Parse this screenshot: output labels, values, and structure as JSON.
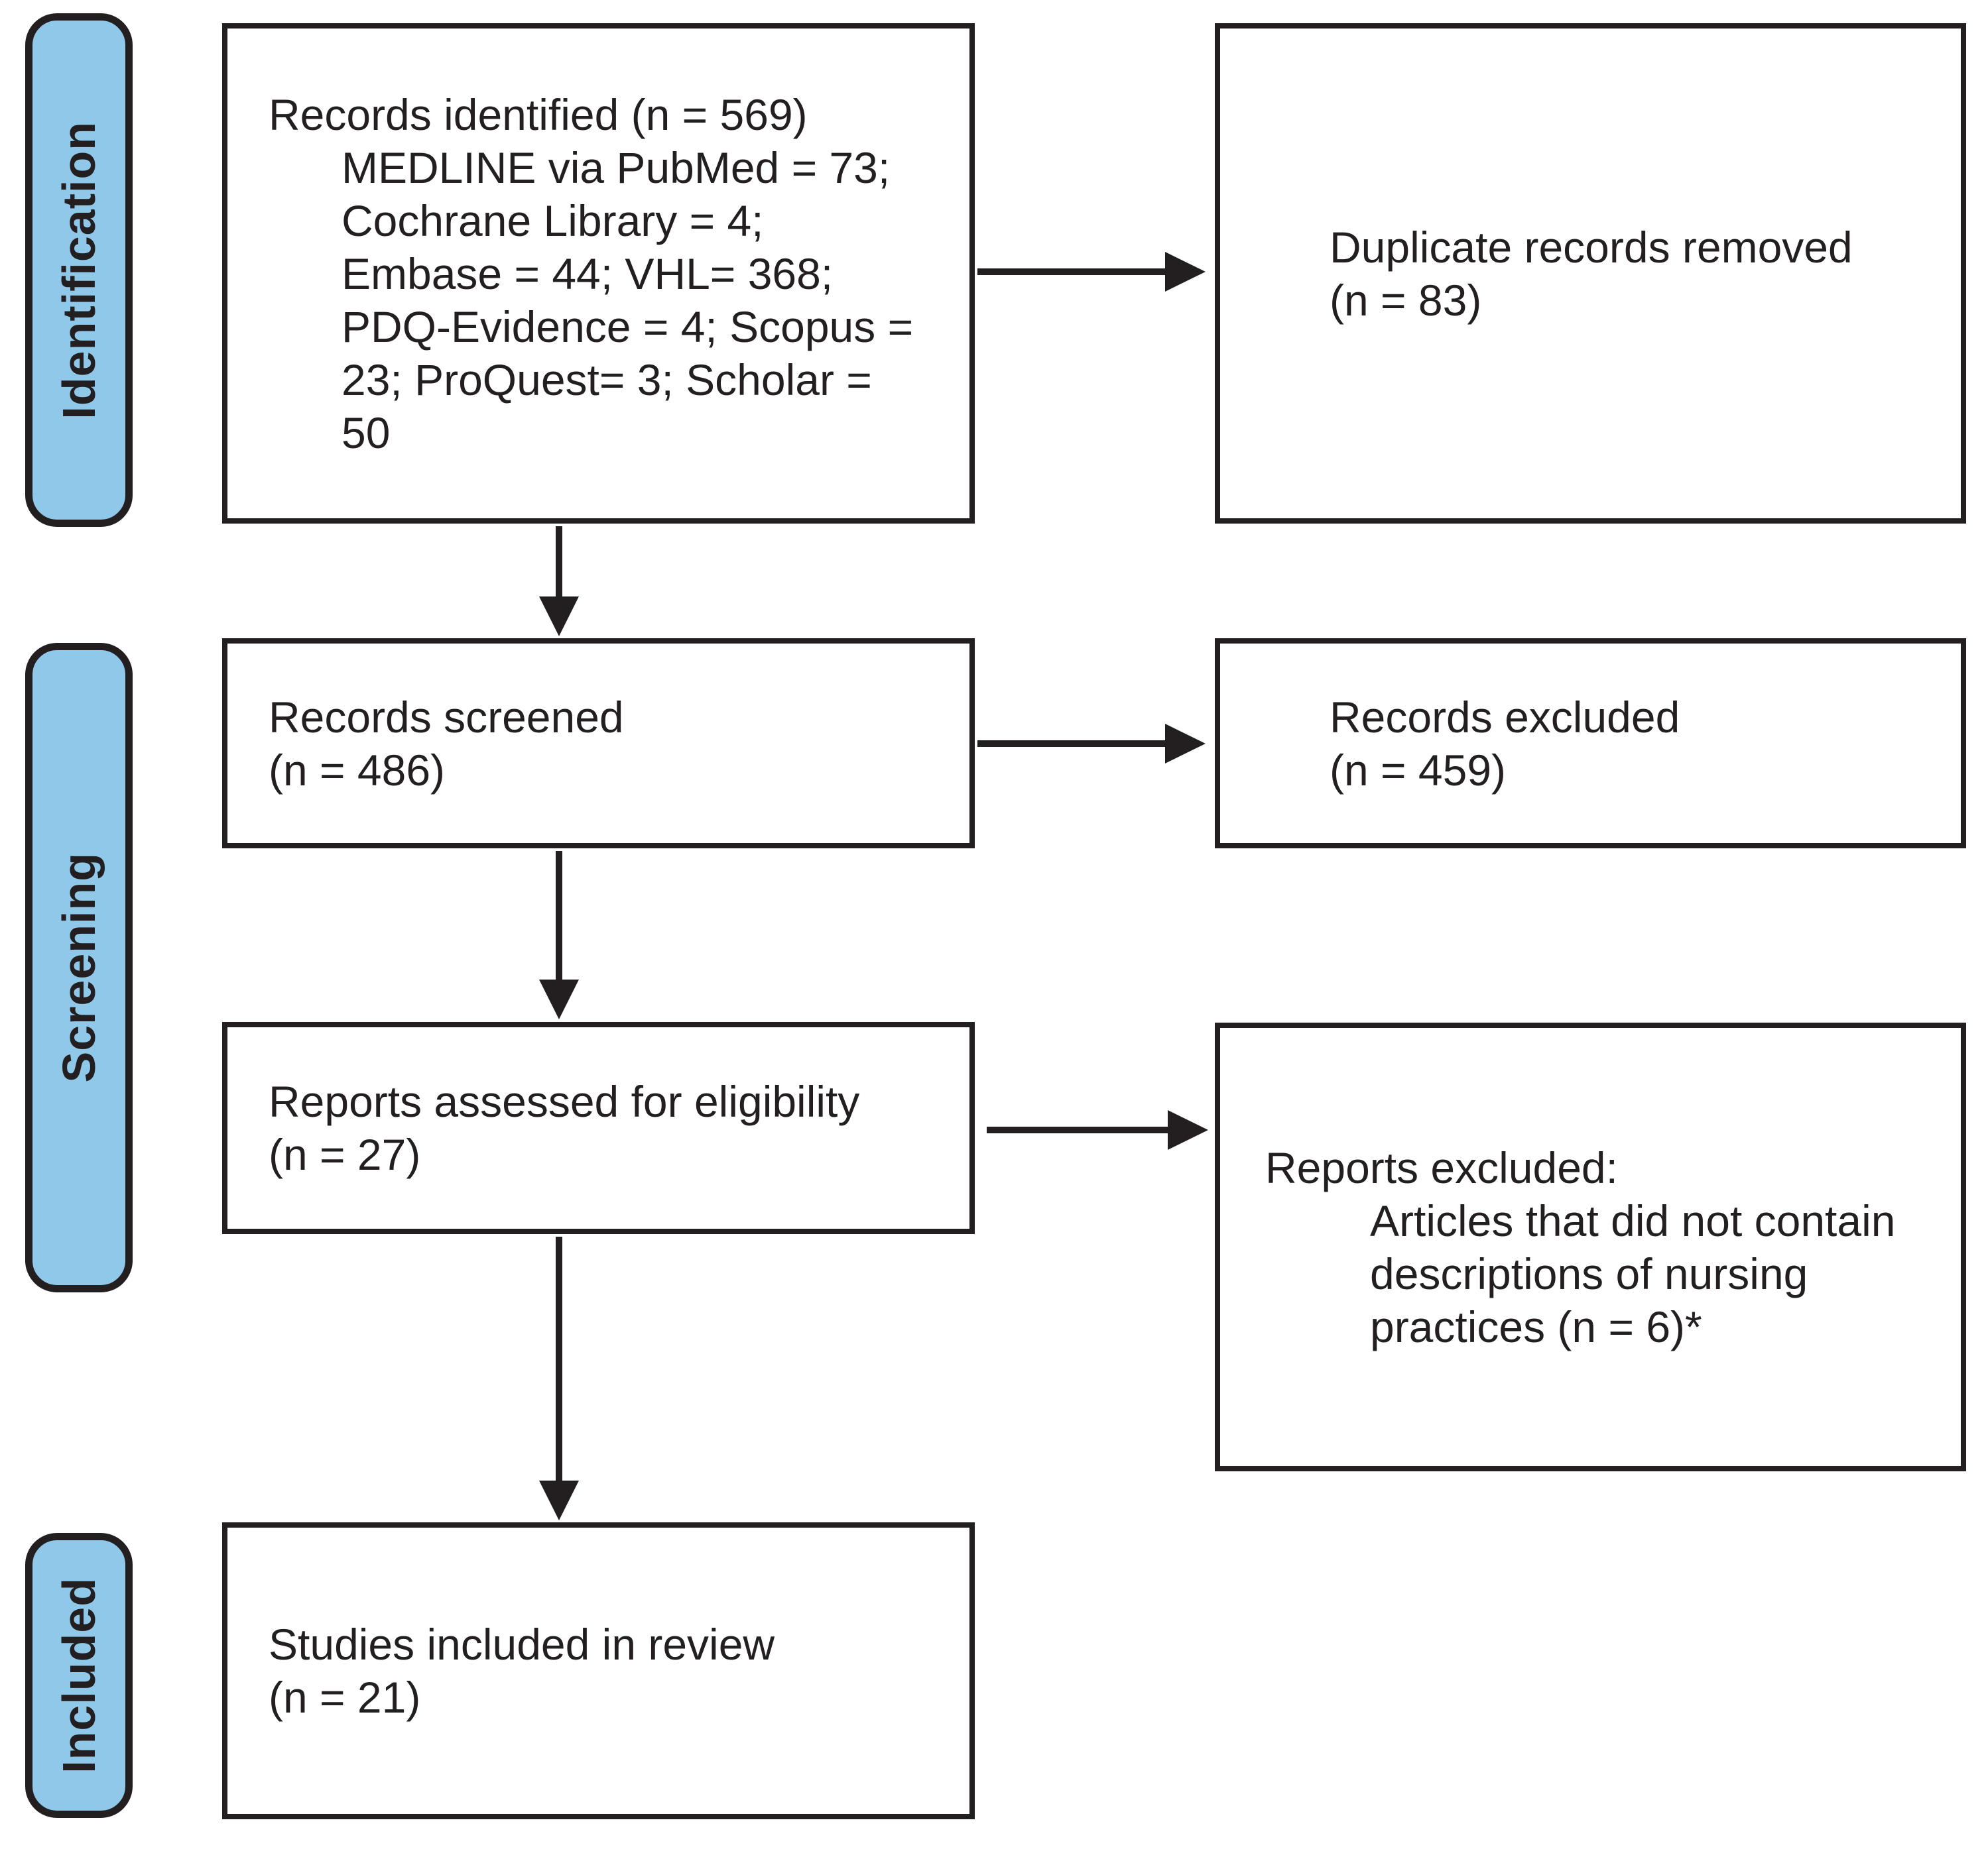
{
  "colors": {
    "stage_fill": "#8fc8e8",
    "line_and_border": "#231f20",
    "background": "#ffffff",
    "text": "#231f20"
  },
  "sidebar": {
    "identification": "Identification",
    "screening": "Screening",
    "included": "Included"
  },
  "boxes": {
    "records_identified": {
      "lines": [
        "Records identified (n = 569)",
        "MEDLINE via PubMed = 73;",
        "Cochrane Library = 4;",
        "Embase = 44; VHL= 368;",
        "PDQ-Evidence = 4; Scopus =",
        "23; ProQuest= 3; Scholar =",
        "50"
      ]
    },
    "duplicates_removed": {
      "lines": [
        "Duplicate records removed",
        "(n = 83)"
      ]
    },
    "records_screened": {
      "lines": [
        "Records screened",
        "(n = 486)"
      ]
    },
    "records_excluded": {
      "lines": [
        "Records excluded",
        "(n = 459)"
      ]
    },
    "reports_assessed": {
      "lines": [
        "Reports assessed for eligibility",
        "(n = 27)"
      ]
    },
    "reports_excluded": {
      "lines": [
        "Reports excluded:",
        "Articles that did not contain",
        "descriptions of nursing",
        "practices (n = 6)*"
      ]
    },
    "studies_included": {
      "lines": [
        "Studies included in review",
        "(n = 21)"
      ]
    }
  }
}
